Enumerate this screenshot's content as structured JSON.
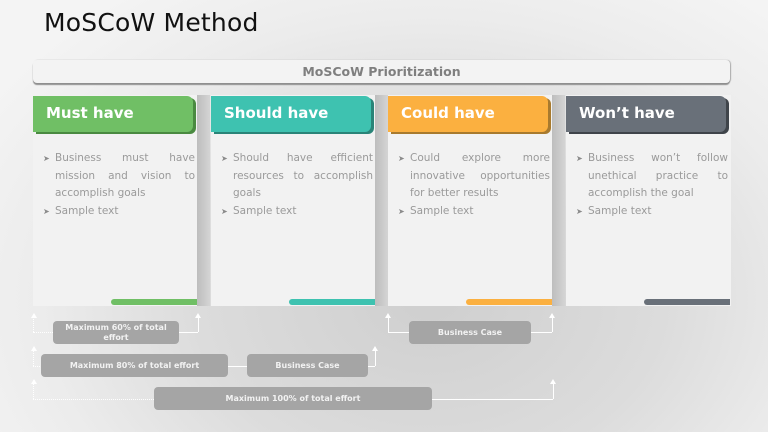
{
  "title": "MoSCoW Method",
  "banner": {
    "label": "MoSCoW Prioritization"
  },
  "columns": [
    {
      "id": "must",
      "header": "Must have",
      "color": "#70bf65",
      "edge_color": "#4a8a41",
      "bullets": [
        "Business must have mission and vision to accomplish goals",
        "Sample text"
      ]
    },
    {
      "id": "should",
      "header": "Should have",
      "color": "#3ec2b0",
      "edge_color": "#2a8478",
      "bullets": [
        "Should have efficient resources to accomplish goals",
        "Sample text"
      ]
    },
    {
      "id": "could",
      "header": "Could have",
      "color": "#fbb040",
      "edge_color": "#a87a2e",
      "bullets": [
        "Could explore more innovative opportunities for better results",
        "Sample text"
      ]
    },
    {
      "id": "wont",
      "header": "Won’t have",
      "color": "#697079",
      "edge_color": "#3f444a",
      "bullets": [
        "Business won’t follow unethical practice to accomplish the goal",
        "Sample text"
      ]
    }
  ],
  "effort_boxes": {
    "max60": "Maximum 60% of total effort",
    "max80": "Maximum 80% of total effort",
    "max100": "Maximum 100% of total effort",
    "business_case_1": "Business Case",
    "business_case_2": "Business Case"
  },
  "bullet_icon": "arrowhead-bullet-icon"
}
